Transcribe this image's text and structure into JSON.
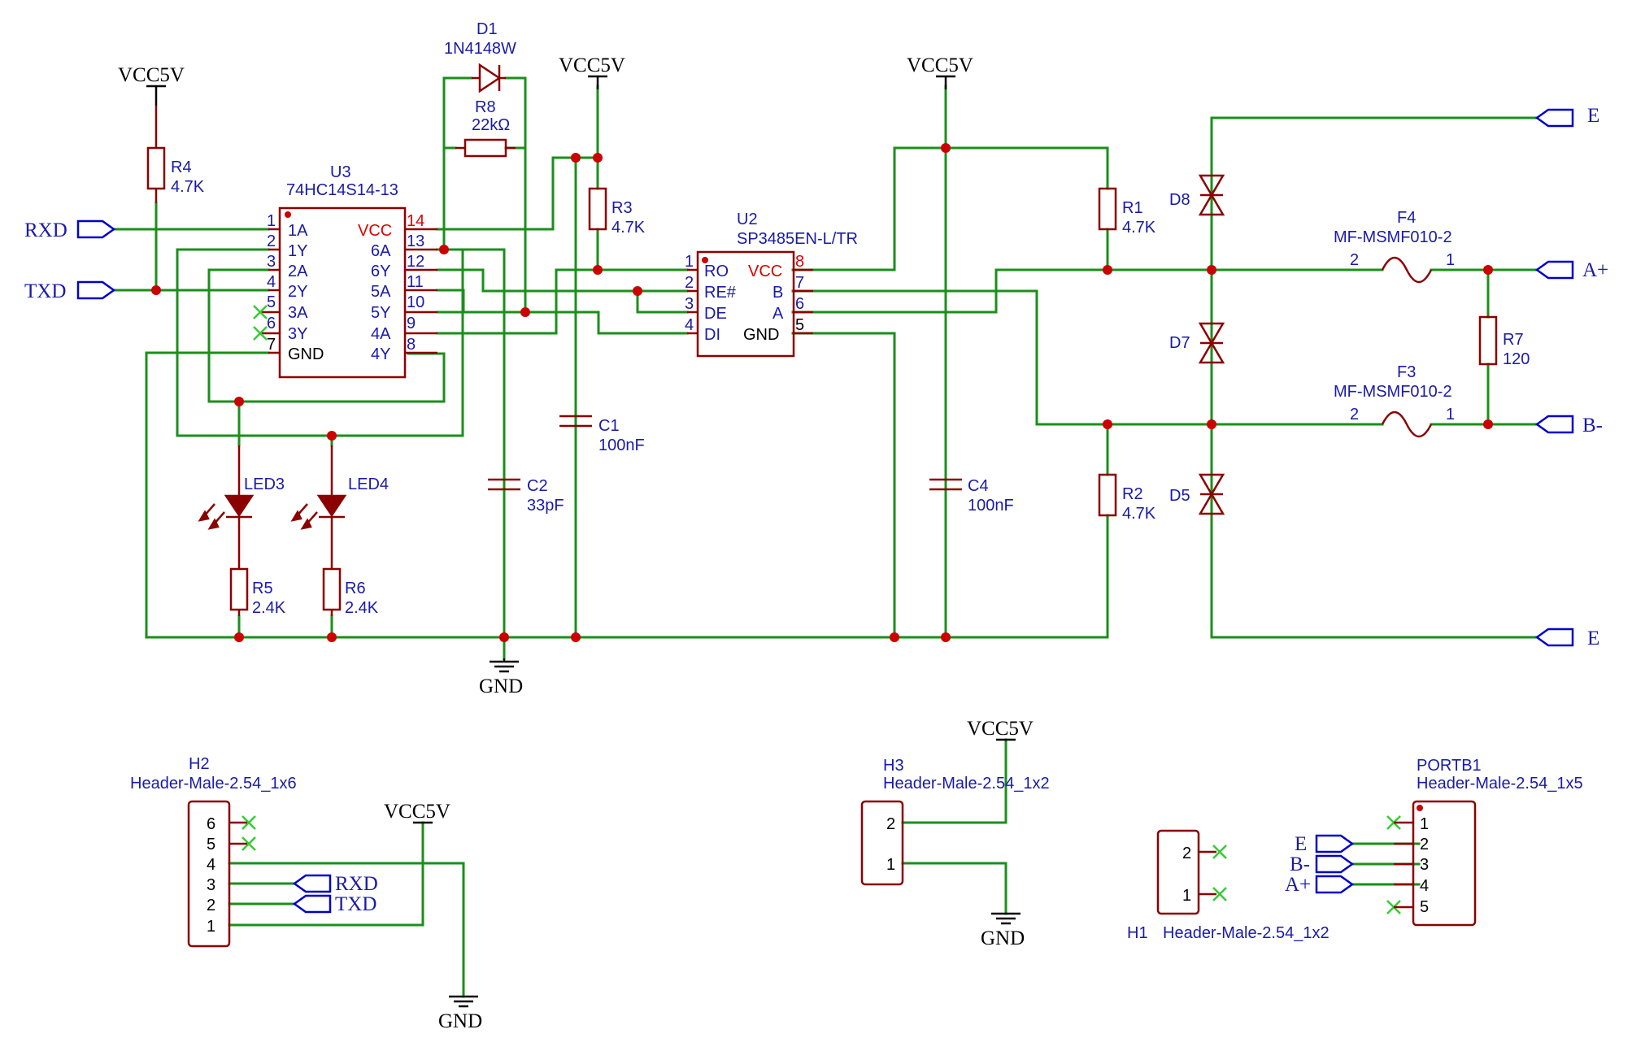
{
  "power": {
    "vcc": "VCC5V",
    "gnd": "GND"
  },
  "ports": {
    "rxd": "RXD",
    "txd": "TXD",
    "e": "E",
    "a_plus": "A+",
    "b_minus": "B-"
  },
  "u3": {
    "ref": "U3",
    "value": "74HC14S14-13",
    "left_pins": [
      [
        "1",
        "1A"
      ],
      [
        "2",
        "1Y"
      ],
      [
        "3",
        "2A"
      ],
      [
        "4",
        "2Y"
      ],
      [
        "5",
        "3A"
      ],
      [
        "6",
        "3Y"
      ],
      [
        "7",
        "GND"
      ]
    ],
    "right_pins": [
      [
        "14",
        "VCC"
      ],
      [
        "13",
        "6A"
      ],
      [
        "12",
        "6Y"
      ],
      [
        "11",
        "5A"
      ],
      [
        "10",
        "5Y"
      ],
      [
        "9",
        "4A"
      ],
      [
        "8",
        "4Y"
      ]
    ]
  },
  "u2": {
    "ref": "U2",
    "value": "SP3485EN-L/TR",
    "left_pins": [
      [
        "1",
        "RO"
      ],
      [
        "2",
        "RE#"
      ],
      [
        "3",
        "DE"
      ],
      [
        "4",
        "DI"
      ]
    ],
    "right_pins": [
      [
        "8",
        "VCC"
      ],
      [
        "7",
        "B"
      ],
      [
        "6",
        "A"
      ],
      [
        "5",
        "GND"
      ]
    ]
  },
  "d1": {
    "ref": "D1",
    "value": "1N4148W"
  },
  "r8": {
    "ref": "R8",
    "value": "22kΩ"
  },
  "r4": {
    "ref": "R4",
    "value": "4.7K"
  },
  "r3": {
    "ref": "R3",
    "value": "4.7K"
  },
  "r1": {
    "ref": "R1",
    "value": "4.7K"
  },
  "r2": {
    "ref": "R2",
    "value": "4.7K"
  },
  "r5": {
    "ref": "R5",
    "value": "2.4K"
  },
  "r6": {
    "ref": "R6",
    "value": "2.4K"
  },
  "r7": {
    "ref": "R7",
    "value": "120"
  },
  "c1": {
    "ref": "C1",
    "value": "100nF"
  },
  "c2": {
    "ref": "C2",
    "value": "33pF"
  },
  "c4": {
    "ref": "C4",
    "value": "100nF"
  },
  "led3": {
    "ref": "LED3"
  },
  "led4": {
    "ref": "LED4"
  },
  "d5": {
    "ref": "D5"
  },
  "d7": {
    "ref": "D7"
  },
  "d8": {
    "ref": "D8"
  },
  "f4": {
    "ref": "F4",
    "value": "MF-MSMF010-2",
    "pin_left": "2",
    "pin_right": "1"
  },
  "f3": {
    "ref": "F3",
    "value": "MF-MSMF010-2",
    "pin_left": "2",
    "pin_right": "1"
  },
  "h2": {
    "ref": "H2",
    "value": "Header-Male-2.54_1x6",
    "pins": [
      "6",
      "5",
      "4",
      "3",
      "2",
      "1"
    ]
  },
  "h3": {
    "ref": "H3",
    "value": "Header-Male-2.54_1x2",
    "pins": [
      "2",
      "1"
    ]
  },
  "h1": {
    "ref": "H1",
    "value": "Header-Male-2.54_1x2",
    "pins": [
      "2",
      "1"
    ]
  },
  "portb1": {
    "ref": "PORTB1",
    "value": "Header-Male-2.54_1x5",
    "pins": [
      "1",
      "2",
      "3",
      "4",
      "5"
    ]
  }
}
